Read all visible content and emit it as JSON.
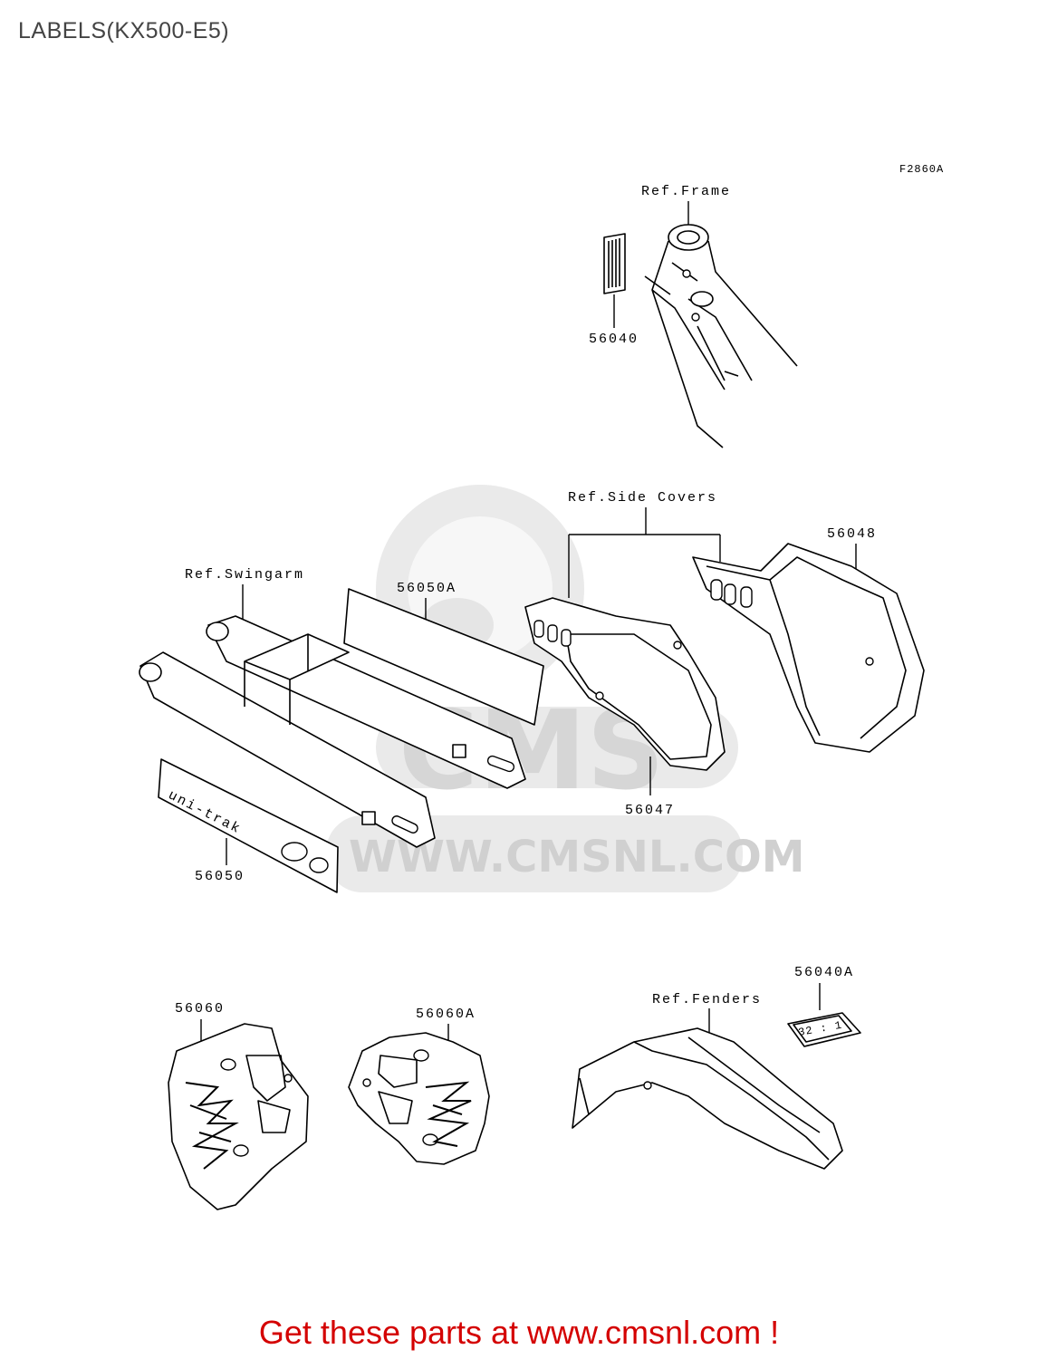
{
  "title": "LABELS(KX500-E5)",
  "figure_code": "F2860A",
  "refs": {
    "frame": "Ref.Frame",
    "side_covers": "Ref.Side Covers",
    "swingarm": "Ref.Swingarm",
    "fenders": "Ref.Fenders"
  },
  "parts": {
    "p56040": "56040",
    "p56048": "56048",
    "p56050A": "56050A",
    "p56047": "56047",
    "p56050": "56050",
    "p56060": "56060",
    "p56060A": "56060A",
    "p56040A": "56040A"
  },
  "watermark": {
    "logo_text": "CMS",
    "url": "WWW.CMSNL.COM"
  },
  "decal_text": {
    "uni_trak": "uni-trak",
    "fender_label": "32 : 1"
  },
  "footer": "Get these parts at www.cmsnl.com !"
}
